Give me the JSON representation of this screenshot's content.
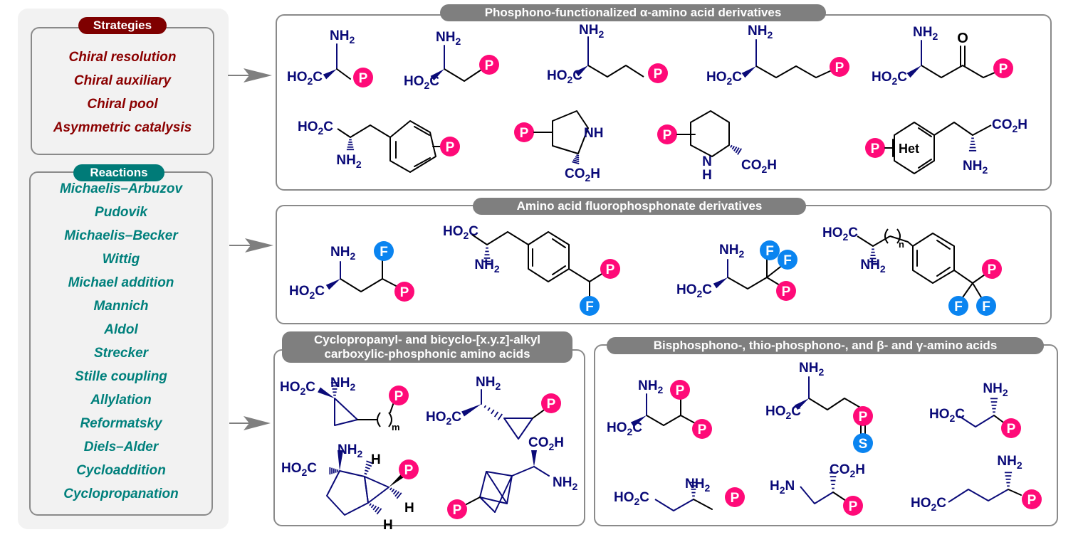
{
  "strategies": {
    "title": "Strategies",
    "items": [
      "Chiral resolution",
      "Chiral auxiliary",
      "Chiral pool",
      "Asymmetric catalysis"
    ]
  },
  "reactions": {
    "title": "Reactions",
    "items": [
      "Michaelis–Arbuzov",
      "Pudovik",
      "Michaelis–Becker",
      "Wittig",
      "Michael addition",
      "Mannich",
      "Aldol",
      "Strecker",
      "Stille coupling",
      "Allylation",
      "Reformatsky",
      "Diels–Alder",
      "Cycloaddition",
      "Cyclopropanation"
    ]
  },
  "panels": {
    "alpha": {
      "title": "Phosphono-functionalized α-amino acid derivatives"
    },
    "fluoro": {
      "title": "Amino acid fluorophosphonate derivatives"
    },
    "cyclo": {
      "title_line1": "Cyclopropanyl- and bicyclo-[x.y.z]-alkyl",
      "title_line2": "carboxylic-phosphonic amino acids"
    },
    "bis": {
      "title": "Bisphosphono-, thio-phosphono-, and β- and γ-amino acids"
    }
  },
  "labels": {
    "p": "P",
    "f": "F",
    "s": "S",
    "o": "O",
    "h": "H",
    "nh": "NH",
    "n": "N",
    "het": "Het",
    "nh2": "NH",
    "sub2": "2",
    "ho2c": "HO",
    "c": "C",
    "co2h_a": "CO",
    "co2h_b": "H",
    "h2n_a": "H",
    "h2n_b": "N",
    "n_idx": "n",
    "m_idx": "m"
  },
  "colors": {
    "strategy": "#8b0000",
    "reaction": "#00807c",
    "phosphorus": "#ff0a78",
    "fluorine": "#0a84f0",
    "atom_text": "#0a0a78",
    "bond": "#000000",
    "panel_title": "#7f7f7f"
  }
}
